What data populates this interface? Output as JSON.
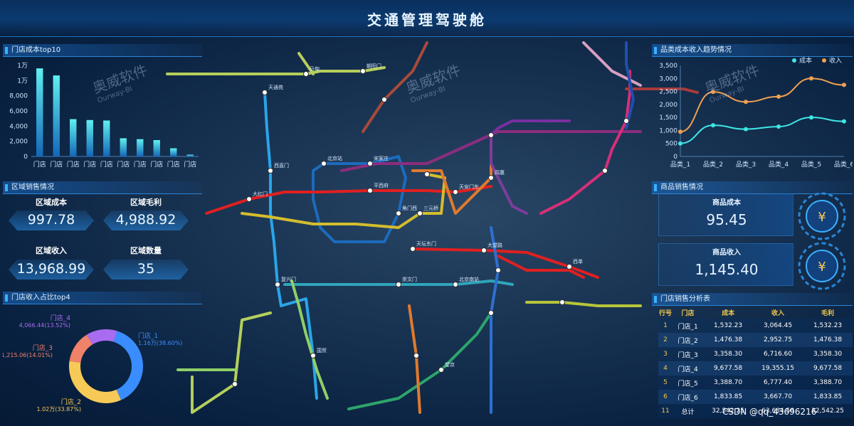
{
  "header": {
    "title": "交通管理驾驶舱"
  },
  "left": {
    "store_cost": {
      "title": "门店成本top10",
      "chart_data": {
        "type": "bar",
        "categories": [
          "门店",
          "门店",
          "门店",
          "门店",
          "门店",
          "门店",
          "门店",
          "门店",
          "门店",
          "门店"
        ],
        "values": [
          9677.58,
          8900,
          4100,
          4000,
          3950,
          2000,
          1900,
          1800,
          900,
          200
        ],
        "tick_labels": [
          "0",
          "2,000",
          "4,000",
          "6,000",
          "8,000",
          "1万",
          "1万"
        ],
        "ylim": [
          0,
          10000
        ]
      }
    },
    "region_sales": {
      "title": "区域销售情况",
      "kpis": [
        {
          "label": "区域成本",
          "value": "997.78"
        },
        {
          "label": "区域毛利",
          "value": "4,988.92"
        },
        {
          "label": "区域收入",
          "value": "13,968.99"
        },
        {
          "label": "区域数量",
          "value": "35"
        }
      ]
    },
    "store_income": {
      "title": "门店收入占比top4",
      "chart_data": {
        "type": "pie",
        "slices": [
          {
            "name": "门店_1",
            "label": "1.16万(38.60%)",
            "percent": 38.6,
            "color": "#3a8dff"
          },
          {
            "name": "门店_2",
            "label": "1.02万(33.87%)",
            "percent": 33.87,
            "color": "#f7c957"
          },
          {
            "name": "门店_3",
            "label": "1,215.06(14.01%)",
            "percent": 14.01,
            "color": "#f0826a"
          },
          {
            "name": "门店_4",
            "label": "4,066.44(13.52%)",
            "percent": 13.52,
            "color": "#a86cf0"
          }
        ]
      }
    }
  },
  "right": {
    "trend": {
      "title": "品类成本收入趋势情况",
      "chart_data": {
        "type": "line",
        "categories": [
          "品类_1",
          "品类_2",
          "品类_3",
          "品类_4",
          "品类_5",
          "品类_6"
        ],
        "series": [
          {
            "name": "成本",
            "color": "#3ee6e6",
            "values": [
              500,
              1200,
              1050,
              1150,
              1500,
              1350
            ]
          },
          {
            "name": "收入",
            "color": "#f0a050",
            "values": [
              950,
              2480,
              2100,
              2300,
              3000,
              2750
            ]
          }
        ],
        "tick_labels": [
          "0",
          "500",
          "1,000",
          "1,500",
          "2,000",
          "2,500",
          "3,000",
          "3,500"
        ],
        "ylim": [
          0,
          3500
        ]
      }
    },
    "goods_sales": {
      "title": "商品销售情况",
      "cost_label": "商品成本",
      "cost_value": "95.45",
      "income_label": "商品收入",
      "income_value": "1,145.40",
      "badge_icon": "yen-icon"
    },
    "analysis": {
      "title": "门店销售分析表",
      "headers": [
        "行号",
        "门店",
        "成本",
        "收入",
        "毛利"
      ],
      "rows": [
        [
          "1",
          "门店_1",
          "1,532.23",
          "3,064.45",
          "1,532.23"
        ],
        [
          "2",
          "门店_2",
          "1,476.38",
          "2,952.75",
          "1,476.38"
        ],
        [
          "3",
          "门店_3",
          "3,358.30",
          "6,716.60",
          "3,358.30"
        ],
        [
          "4",
          "门店_4",
          "9,677.58",
          "19,355.15",
          "9,677.58"
        ],
        [
          "5",
          "门店_5",
          "3,388.70",
          "6,777.40",
          "3,388.70"
        ],
        [
          "6",
          "门店_6",
          "1,833.85",
          "3,667.70",
          "1,833.85"
        ]
      ],
      "total_row": [
        "11",
        "总计",
        "32,542.25",
        "63,684.58",
        "32,542.25"
      ]
    }
  },
  "map": {
    "station_names": [
      "马甸",
      "朝阳门",
      "天通苑",
      "西直门",
      "复兴门",
      "国贸",
      "北京站",
      "宋家庄",
      "角门西",
      "大红门",
      "平西府",
      "天安门东",
      "天坛东门",
      "大望路",
      "西单",
      "崇文门",
      "北京南站",
      "望京",
      "三元桥",
      "四惠"
    ]
  },
  "watermark": {
    "brand": "奥威软件",
    "brand_en": "Ourway-BI"
  },
  "footer": {
    "credit": "CSDN @qq_43696216"
  }
}
